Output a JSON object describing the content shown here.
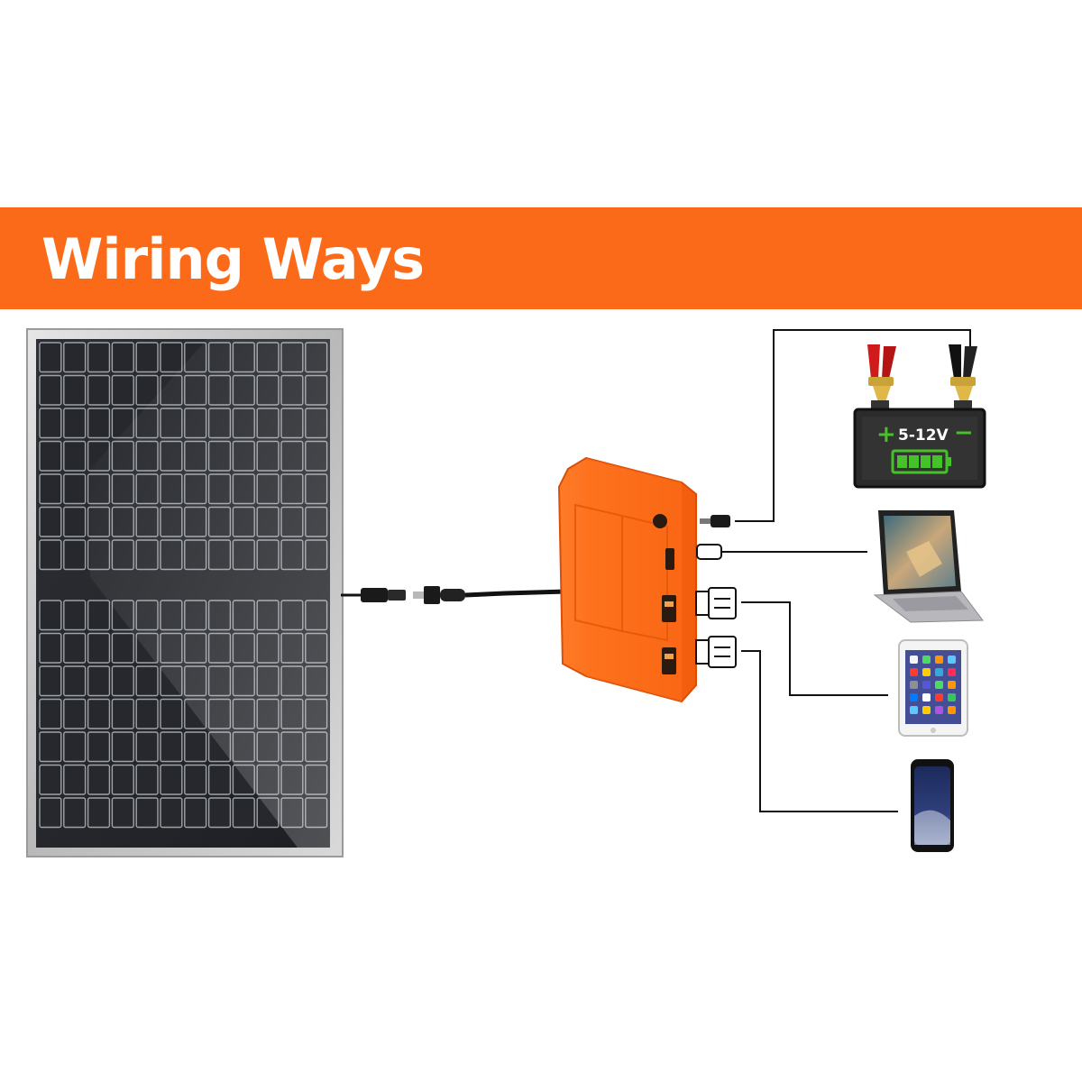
{
  "header": {
    "title": "Wiring Ways",
    "band_color": "#fb6a19"
  },
  "battery": {
    "voltage_label": "5-12V",
    "plus_symbol": "+",
    "minus_symbol": "−",
    "accent_color": "#47c12a"
  },
  "controller": {
    "color": "#ff6a14"
  },
  "devices": [
    "solar-panel",
    "charge-controller",
    "car-battery",
    "laptop",
    "tablet",
    "smartphone"
  ],
  "connectors": [
    "dc-barrel-plug",
    "micro-usb-plug",
    "usb-a-plug",
    "usb-a-plug"
  ]
}
